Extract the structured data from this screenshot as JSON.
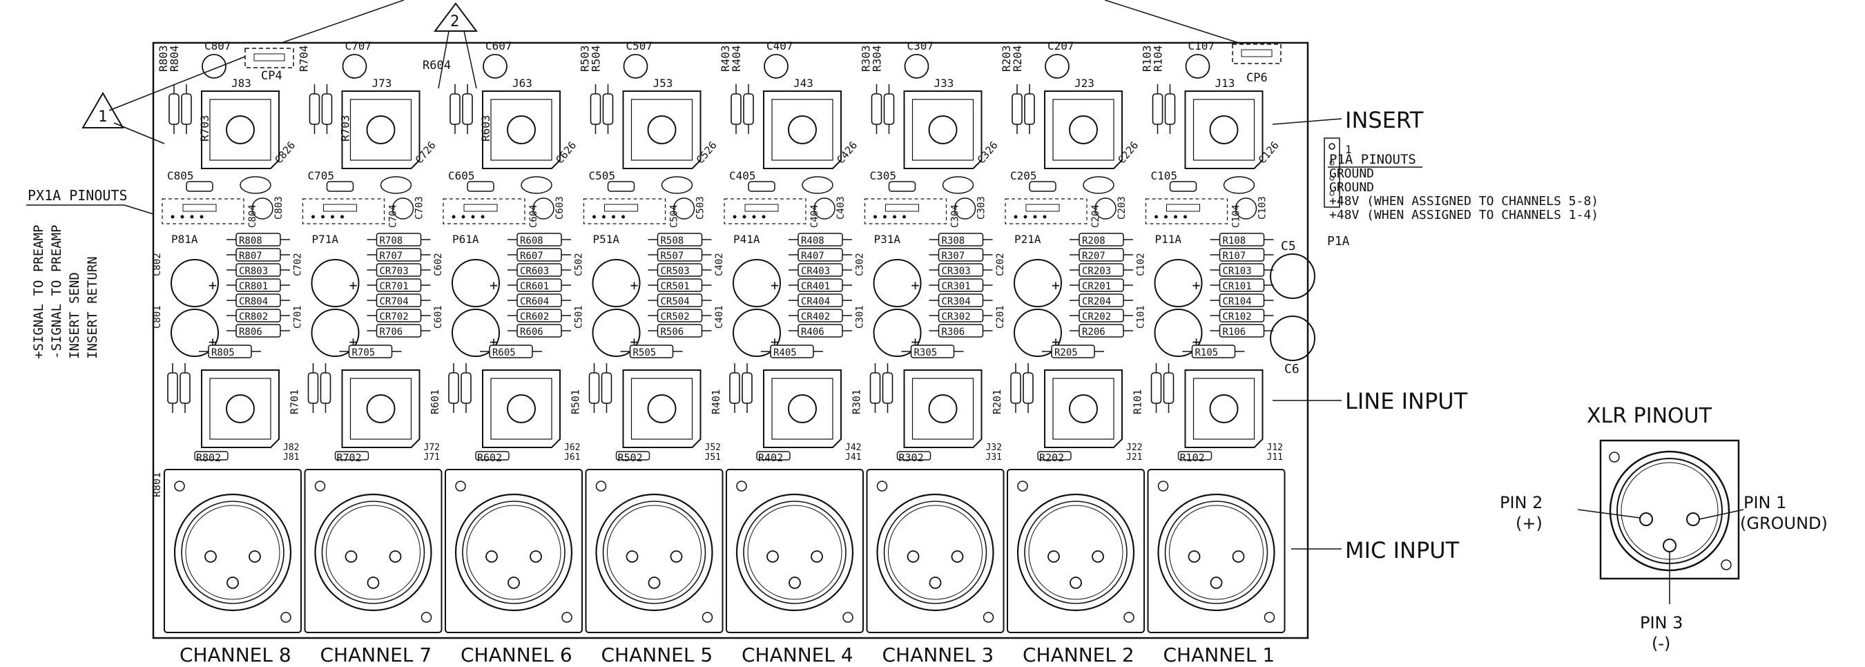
{
  "labels": {
    "insert": "INSERT",
    "line_input": "LINE INPUT",
    "mic_input": "MIC INPUT",
    "xlr_pinout_title": "XLR PINOUT"
  },
  "px1a": {
    "title": "PX1A PINOUTS",
    "lines": [
      "+SIGNAL TO PREAMP",
      "-SIGNAL TO PREAMP",
      "INSERT SEND",
      "INSERT RETURN"
    ]
  },
  "p1a": {
    "title": "P1A PINOUTS",
    "lines": [
      "GROUND",
      "GROUND",
      "+48V (WHEN ASSIGNED TO CHANNELS 5-8)",
      "+48V (WHEN ASSIGNED TO CHANNELS 1-4)"
    ],
    "connector_label": "P1A",
    "pin_mark": "1"
  },
  "xlr": {
    "pin1": "PIN 1",
    "pin1_sub": "(GROUND)",
    "pin2": "PIN 2",
    "pin2_sub": "(+)",
    "pin3": "PIN 3",
    "pin3_sub": "(-)"
  },
  "callouts": {
    "one": "1",
    "two": "2"
  },
  "extras": {
    "cp4": "CP4",
    "cp6": "CP6",
    "c5": "C5",
    "c6": "C6",
    "r801": "R801",
    "r604": "R604",
    "r603": "R603"
  },
  "channels": [
    {
      "n": 8,
      "label": "CHANNEL 8",
      "cap_top": "C807",
      "rtop": [
        "R803",
        "R804"
      ],
      "r_side": "R703",
      "j_ins": "J83",
      "c_small": "C805",
      "c_tilt": "C826",
      "c_mid": [
        "C804",
        "C803"
      ],
      "conn": "P81A",
      "r_res": [
        "R808",
        "R807",
        "CR803",
        "CR801",
        "CR804",
        "CR802",
        "R806",
        "R805"
      ],
      "c_el": [
        "C802",
        "C801"
      ],
      "r_line": "R802",
      "j_line": [
        "J82",
        "J81"
      ]
    },
    {
      "n": 7,
      "label": "CHANNEL 7",
      "cap_top": "C707",
      "rtop": [
        "R704",
        ""
      ],
      "r_side": "R703",
      "j_ins": "J73",
      "c_small": "C705",
      "c_tilt": "C726",
      "c_mid": [
        "C704",
        "C703"
      ],
      "conn": "P71A",
      "r_res": [
        "R708",
        "R707",
        "CR703",
        "CR701",
        "CR704",
        "CR702",
        "R706",
        "R705"
      ],
      "c_el": [
        "C702",
        "C701"
      ],
      "r_line": "R702",
      "j_line": [
        "J72",
        "J71"
      ]
    },
    {
      "n": 6,
      "label": "CHANNEL 6",
      "cap_top": "C607",
      "rtop": [
        "",
        ""
      ],
      "r_side": "R603",
      "j_ins": "J63",
      "c_small": "C605",
      "c_tilt": "C626",
      "c_mid": [
        "C604",
        "C603"
      ],
      "conn": "P61A",
      "r_res": [
        "R608",
        "R607",
        "CR603",
        "CR601",
        "CR604",
        "CR602",
        "R606",
        "R605"
      ],
      "c_el": [
        "C602",
        "C601"
      ],
      "r_line": "R602",
      "j_line": [
        "J62",
        "J61"
      ]
    },
    {
      "n": 5,
      "label": "CHANNEL 5",
      "cap_top": "C507",
      "rtop": [
        "R503",
        "R504"
      ],
      "r_side": "",
      "j_ins": "J53",
      "c_small": "C505",
      "c_tilt": "C526",
      "c_mid": [
        "C504",
        "C503"
      ],
      "conn": "P51A",
      "r_res": [
        "R508",
        "R507",
        "CR503",
        "CR501",
        "CR504",
        "CR502",
        "R506",
        "R505"
      ],
      "c_el": [
        "C502",
        "C501"
      ],
      "r_line": "R502",
      "j_line": [
        "J52",
        "J51"
      ]
    },
    {
      "n": 4,
      "label": "CHANNEL 4",
      "cap_top": "C407",
      "rtop": [
        "R403",
        "R404"
      ],
      "r_side": "",
      "j_ins": "J43",
      "c_small": "C405",
      "c_tilt": "C426",
      "c_mid": [
        "C404",
        "C403"
      ],
      "conn": "P41A",
      "r_res": [
        "R408",
        "R407",
        "CR403",
        "CR401",
        "CR404",
        "CR402",
        "R406",
        "R405"
      ],
      "c_el": [
        "C402",
        "C401"
      ],
      "r_line": "R402",
      "j_line": [
        "J42",
        "J41"
      ]
    },
    {
      "n": 3,
      "label": "CHANNEL 3",
      "cap_top": "C307",
      "rtop": [
        "R303",
        "R304"
      ],
      "r_side": "",
      "j_ins": "J33",
      "c_small": "C305",
      "c_tilt": "C326",
      "c_mid": [
        "C304",
        "C303"
      ],
      "conn": "P31A",
      "r_res": [
        "R308",
        "R307",
        "CR303",
        "CR301",
        "CR304",
        "CR302",
        "R306",
        "R305"
      ],
      "c_el": [
        "C302",
        "C301"
      ],
      "r_line": "R302",
      "j_line": [
        "J32",
        "J31"
      ]
    },
    {
      "n": 2,
      "label": "CHANNEL 2",
      "cap_top": "C207",
      "rtop": [
        "R203",
        "R204"
      ],
      "r_side": "",
      "j_ins": "J23",
      "c_small": "C205",
      "c_tilt": "C226",
      "c_mid": [
        "C204",
        "C203"
      ],
      "conn": "P21A",
      "r_res": [
        "R208",
        "R207",
        "CR203",
        "CR201",
        "CR204",
        "CR202",
        "R206",
        "R205"
      ],
      "c_el": [
        "C202",
        "C201"
      ],
      "r_line": "R202",
      "j_line": [
        "J22",
        "J21"
      ]
    },
    {
      "n": 1,
      "label": "CHANNEL 1",
      "cap_top": "C107",
      "rtop": [
        "R103",
        "R104"
      ],
      "r_side": "",
      "j_ins": "J13",
      "c_small": "C105",
      "c_tilt": "C126",
      "c_mid": [
        "C104",
        "C103"
      ],
      "conn": "P11A",
      "r_res": [
        "R108",
        "R107",
        "CR103",
        "CR101",
        "CR104",
        "CR102",
        "R106",
        "R105"
      ],
      "c_el": [
        "C102",
        "C101"
      ],
      "r_line": "R102",
      "j_line": [
        "J12",
        "J11"
      ]
    }
  ],
  "line_side": [
    "R701",
    "R601",
    "R501",
    "R401",
    "R301",
    "R201",
    "R101"
  ],
  "colors": {
    "ink": "#111111",
    "paper": "#ffffff"
  }
}
